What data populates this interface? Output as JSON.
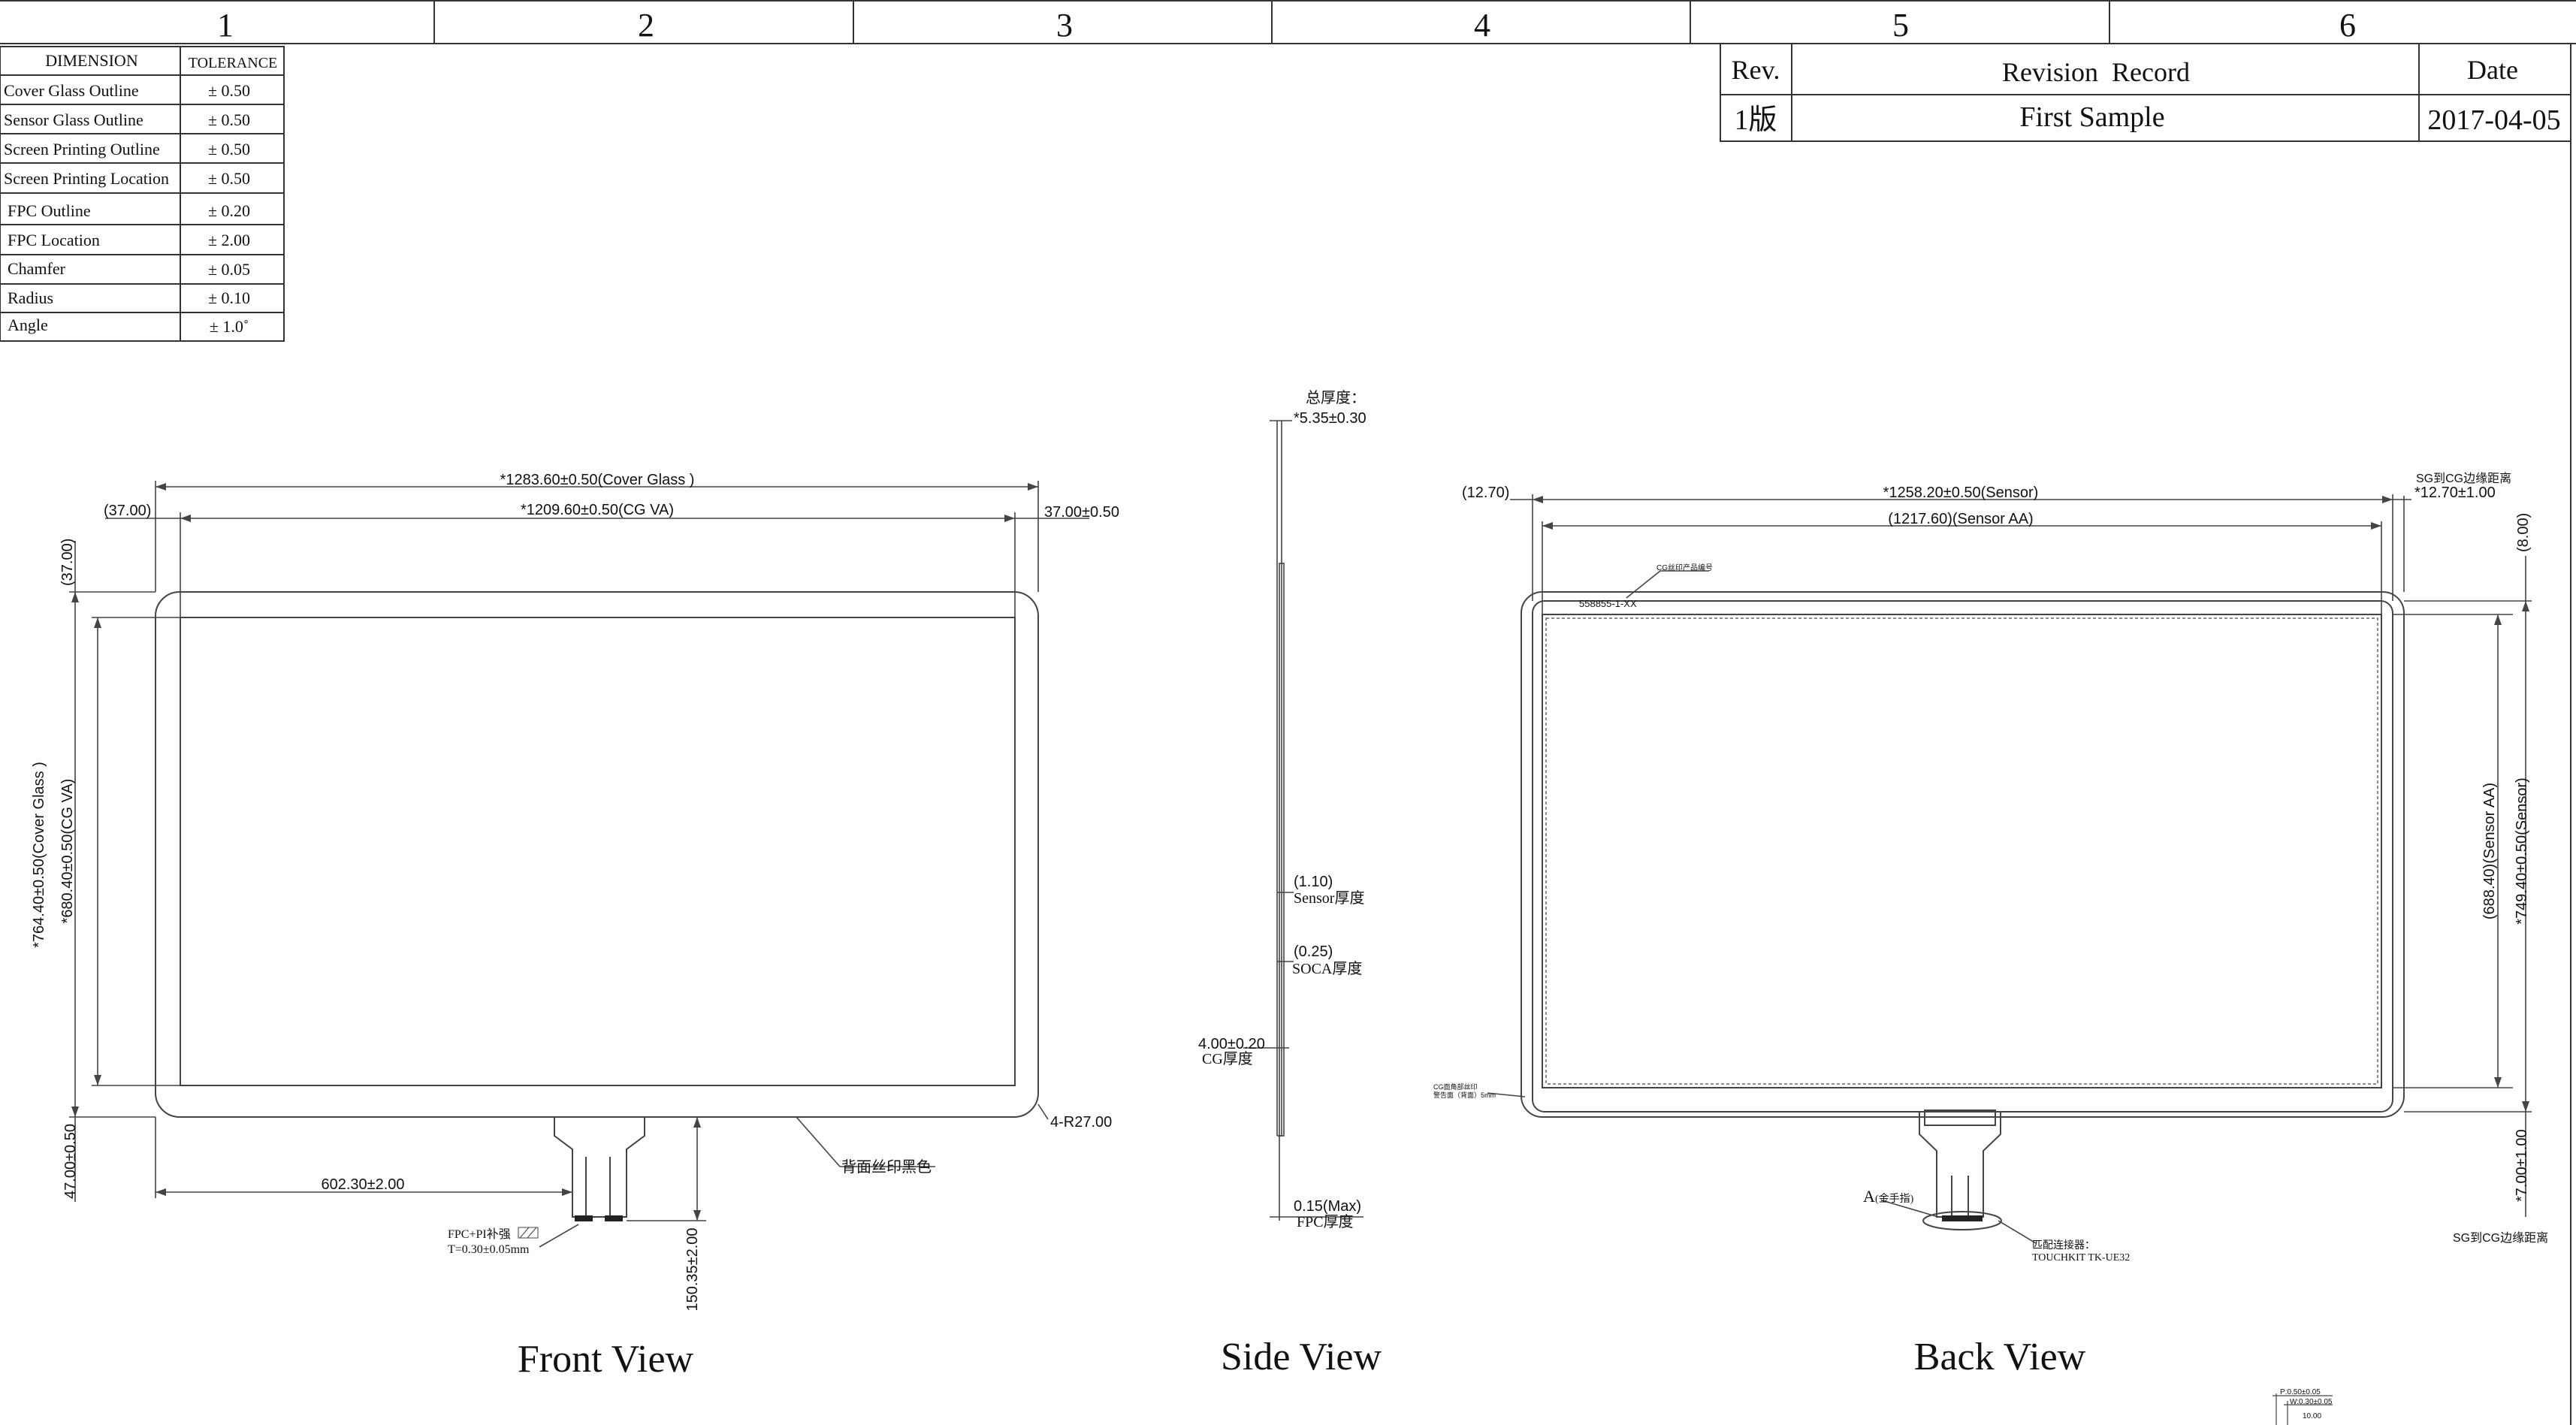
{
  "grid_columns": [
    "1",
    "2",
    "3",
    "4",
    "5",
    "6"
  ],
  "tolerance_table": {
    "headers": [
      "DIMENSION",
      "TOLERANCE"
    ],
    "rows": [
      [
        "Cover Glass Outline",
        "± 0.50"
      ],
      [
        "Sensor Glass Outline",
        "± 0.50"
      ],
      [
        "Screen Printing Outline",
        "± 0.50"
      ],
      [
        "Screen Printing Location",
        "± 0.50"
      ],
      [
        "FPC Outline",
        "± 0.20"
      ],
      [
        "FPC Location",
        "± 2.00"
      ],
      [
        "Chamfer",
        "± 0.05"
      ],
      [
        "Radius",
        "± 0.10"
      ],
      [
        "Angle",
        "± 1.0˚"
      ]
    ]
  },
  "revision_table": {
    "headers": [
      "Rev.",
      "Revision  Record",
      "Date"
    ],
    "rows": [
      [
        "1版",
        "First Sample",
        "2017-04-05"
      ]
    ]
  },
  "front_view": {
    "title": "Front View",
    "dim_cover_glass_width": "*1283.60±0.50(Cover Glass )",
    "dim_cg_va_width": "*1209.60±0.50(CG VA)",
    "dim_left_margin": "(37.00)",
    "dim_right_margin": "37.00±0.50",
    "dim_top_margin": "(37.00)",
    "dim_cover_glass_height": "*764.40±0.50(Cover Glass )",
    "dim_cg_va_height": "*680.40±0.50(CG VA)",
    "dim_bottom_margin": "47.00±0.50",
    "dim_fpc_offset": "602.30±2.00",
    "dim_fpc_length": "150.35±2.00",
    "radius_note": "4-R27.00",
    "print_note": "背面丝印黑色",
    "fpc_note_1": "FPC+PI补强",
    "fpc_note_2": "T=0.30±0.05mm"
  },
  "side_view": {
    "title": "Side View",
    "total_label": "总厚度：",
    "total_value": "*5.35±0.30",
    "sensor_value": "(1.10)",
    "sensor_label": "Sensor厚度",
    "soca_value": "(0.25)",
    "soca_label": "SOCA厚度",
    "cg_value": "4.00±0.20",
    "cg_label": "CG厚度",
    "fpc_value": "0.15(Max)",
    "fpc_label": "FPC厚度"
  },
  "back_view": {
    "title": "Back View",
    "dim_sensor_width": "*1258.20±0.50(Sensor)",
    "dim_sensor_aa_width": "(1217.60)(Sensor AA)",
    "dim_left_offset": "(12.70)",
    "dim_right_note": "SG到CG边缘距离",
    "dim_right_value": "*12.70±1.00",
    "dim_top_offset": "(8.00)",
    "dim_sensor_aa_height": "(688.40)(Sensor AA)",
    "dim_sensor_height": "*749.40±0.50(Sensor)",
    "dim_bottom_offset": "*7.00±1.00",
    "dim_bottom_note": "SG到CG边缘距离",
    "label_note": "CG丝印产品编号",
    "label_code": "558855-1-XX",
    "left_note_1": "CG面角部丝印",
    "left_note_2": "警告面（背面）5mm",
    "a_label": "A",
    "a_note": "(金手指)",
    "conn_note_1": "匹配连接器：",
    "conn_note_2": "TOUCHKIT TK-UE32"
  },
  "detail_notes": [
    "P:0.50±0.05",
    "W:0.30±0.05",
    "10.00"
  ]
}
